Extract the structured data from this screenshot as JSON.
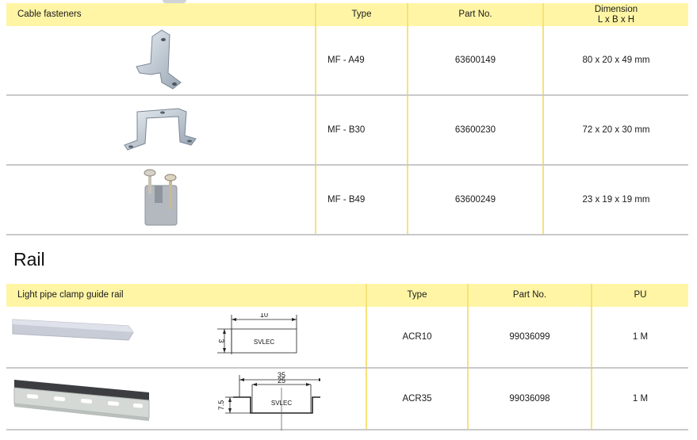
{
  "cable_fasteners": {
    "headers": {
      "category": "Cable fasteners",
      "type": "Type",
      "part_no": "Part No.",
      "dimension_line1": "Dimension",
      "dimension_line2": "L x B x H"
    },
    "rows": [
      {
        "image": "u-bracket-tall-icon",
        "type": "MF - A49",
        "part_no": "63600149",
        "dimension": "80 x 20 x 49 mm"
      },
      {
        "image": "u-bracket-short-icon",
        "type": "MF - B30",
        "part_no": "63600230",
        "dimension": "72 x 20 x 30 mm"
      },
      {
        "image": "clamp-block-icon",
        "type": "MF - B49",
        "part_no": "63600249",
        "dimension": "23 x 19 x 19 mm"
      }
    ]
  },
  "rail": {
    "section_title": "Rail",
    "headers": {
      "category": "Light pipe clamp guide rail",
      "type": "Type",
      "part_no": "Part No.",
      "pu": "PU"
    },
    "rows": [
      {
        "image": "flat-rail-icon",
        "drawing": {
          "width_label": "10",
          "height_label": "3",
          "brand": "SVLEC"
        },
        "type": "ACR10",
        "part_no": "99036099",
        "pu": "1 M"
      },
      {
        "image": "din-rail-icon",
        "drawing": {
          "outer_width_label": "35",
          "inner_width_label": "25",
          "height_label": "7.5",
          "brand": "SVLEC"
        },
        "type": "ACR35",
        "part_no": "99036098",
        "pu": "1 M"
      }
    ]
  },
  "colors": {
    "header_bg": "#fff5a5",
    "column_separator": "#f6e27a",
    "row_separator": "#c9c9c9"
  }
}
